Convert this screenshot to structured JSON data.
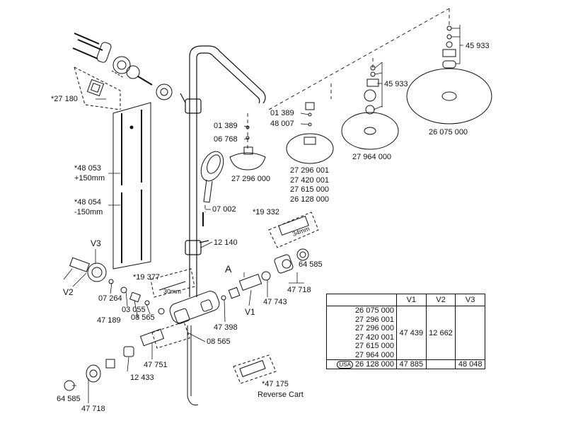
{
  "labels": {
    "p27180": "*27 180",
    "p48053": "*48 053",
    "p48053b": "+150mm",
    "p48054": "*48 054",
    "p48054b": "-150mm",
    "v3": "V3",
    "v2": "V2",
    "v1": "V1",
    "a": "A",
    "p07264": "07 264",
    "p03055": "03 055",
    "p08565a": "08 565",
    "p47189": "47 189",
    "p19377": "*19 377",
    "mm30": "30mm",
    "p08565b": "08 565",
    "p47398": "47 398",
    "p47751": "47 751",
    "p12433": "12 433",
    "p64585a": "64 585",
    "p47718a": "47 718",
    "p64585b": "64 585",
    "p47718b": "47 718",
    "p47743": "47 743",
    "p19332": "*19 332",
    "mm34": "34mm",
    "p47175": "*47 175",
    "reverse": "Reverse Cart",
    "p12140": "12 140",
    "p07002": "07 002",
    "p01389a": "01 389",
    "p06768": "06 768",
    "p27296000": "27 296 000",
    "p01389b": "01 389",
    "p48007": "48 007",
    "head2a": "27 296 001",
    "head2b": "27 420 001",
    "head2c": "27 615 000",
    "head2d": "26 128 000",
    "p45933a": "45 933",
    "p27964000": "27 964 000",
    "p45933b": "45 933",
    "p26075000": "26 075 000"
  },
  "table": {
    "headers": [
      "",
      "V1",
      "V2",
      "V3"
    ],
    "codes": [
      "26 075 000",
      "27 296 001",
      "27 296 000",
      "27 420 001",
      "27 615 000",
      "27 964 000"
    ],
    "v1": "47 439",
    "v2": "12 662",
    "v3": "",
    "usa_badge": "USA",
    "usa_code": "26 128 000",
    "usa_v1": "47 885",
    "usa_v2": "",
    "usa_v3": "48 048"
  }
}
